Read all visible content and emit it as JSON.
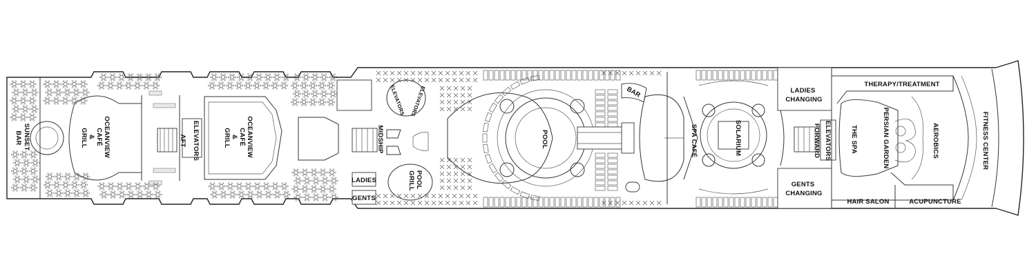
{
  "deck_plan": {
    "labels": {
      "sunset_bar": [
        "SUNSET",
        "BAR"
      ],
      "oceanview_cafe_aft": [
        "OCEANVIEW",
        "CAFÉ",
        "&",
        "GRILL"
      ],
      "aft": "AFT",
      "elevators_aft": "ELEVATORS",
      "oceanview_cafe_mid": [
        "OCEANVIEW",
        "CAFÉ",
        "&",
        "GRILL"
      ],
      "midship": "MIDSHIP",
      "ladies_mid": "LADIES",
      "gents_mid": "GENTS",
      "elevators_mid_a": "ELEVATORS",
      "elevators_mid_b": "ELEVATORS",
      "pool_grill": [
        "POOL",
        "GRILL"
      ],
      "pool": "POOL",
      "bar": "BAR",
      "spa_cafe": "SPA CAFÉ",
      "solarium": "SOLARIUM",
      "forward": "FORWARD",
      "elevators_fwd": "ELEVATORS",
      "ladies_changing": [
        "LADIES",
        "CHANGING"
      ],
      "gents_changing": [
        "GENTS",
        "CHANGING"
      ],
      "the_spa": "THE SPA",
      "persian_garden": "PERSIAN GARDEN",
      "therapy_treatment": "THERAPY/TREATMENT",
      "hair_salon": "HAIR SALON",
      "acupuncture": "ACUPUNCTURE",
      "aerobics": "AEROBICS",
      "fitness_center": "FITNESS CENTER"
    }
  }
}
